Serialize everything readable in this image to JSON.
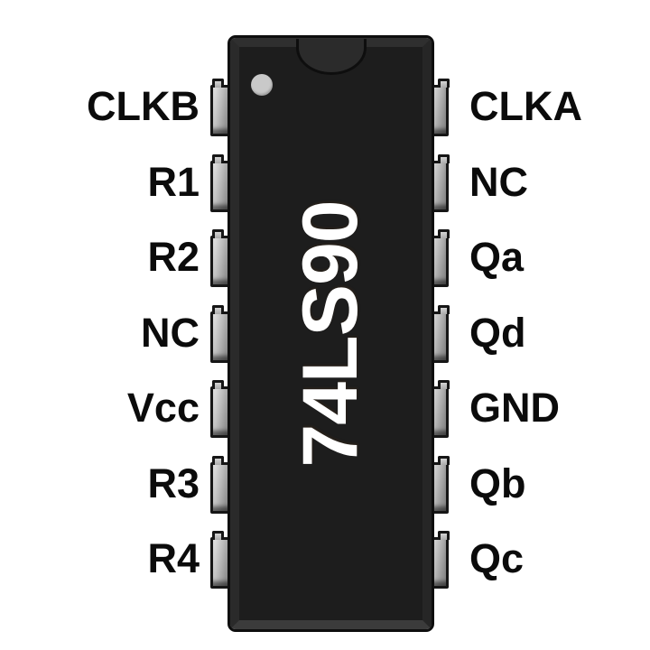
{
  "chip": {
    "part_number": "74LS90",
    "colors": {
      "background": "#ffffff",
      "body": "#1d1d1d",
      "bevel": "#2b2b2b",
      "outline": "#0e0e0e",
      "pin1_dot": "#c9c9c9",
      "part_text": "#ffffff",
      "label_text": "#0b0b0b",
      "pin_fill": "#bdbdbd"
    }
  },
  "pins": {
    "left": [
      "CLKB",
      "R1",
      "R2",
      "NC",
      "Vcc",
      "R3",
      "R4"
    ],
    "right": [
      "CLKA",
      "NC",
      "Qa",
      "Qd",
      "GND",
      "Qb",
      "Qc"
    ]
  }
}
